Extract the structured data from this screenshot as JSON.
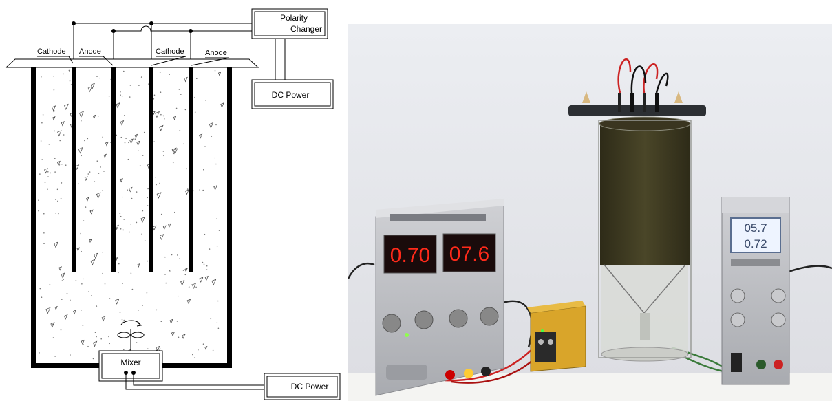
{
  "diagram": {
    "electrode_labels": [
      "Cathode",
      "Anode",
      "Cathode",
      "Anode"
    ],
    "polarity_box": {
      "line1": "Polarity",
      "line2": "Changer"
    },
    "dc_power_top": "DC Power",
    "dc_power_bottom": "DC Power",
    "mixer": "Mixer"
  },
  "photo": {
    "left_supply": {
      "display_left": "0.70",
      "display_right": "07.6"
    },
    "right_supply": {
      "line1": "05.7",
      "line2": "0.72"
    }
  },
  "colors": {
    "led_red": "#ff2a1a",
    "lcd_text": "#3a4a6a",
    "wall": "#e8e9ec",
    "reactor_liquid": "#3d3a22",
    "polarity_box_body": "#d9a52a"
  }
}
